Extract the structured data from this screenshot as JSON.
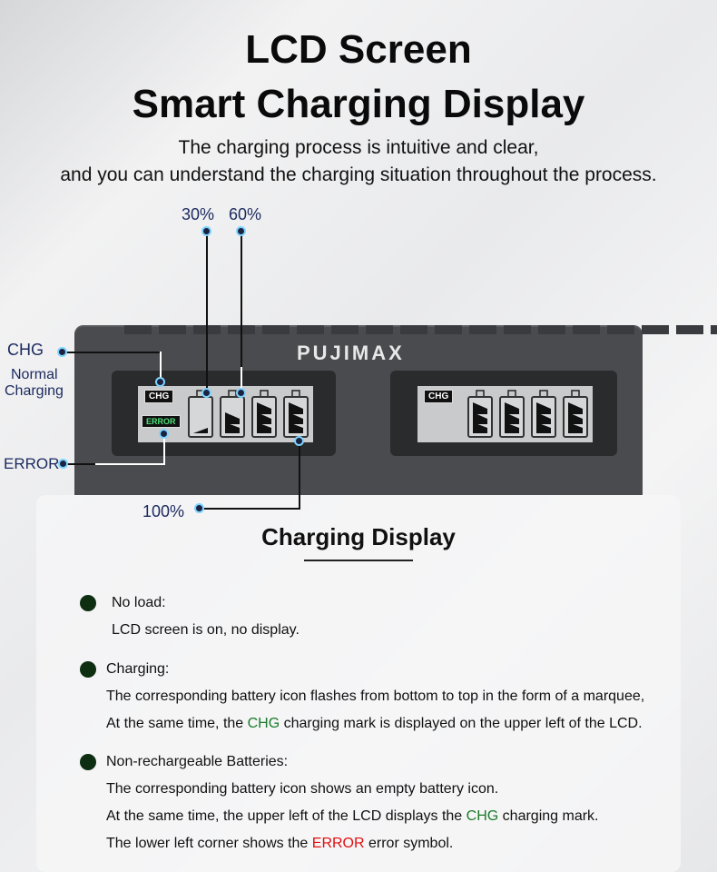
{
  "header": {
    "title_line1": "LCD Screen",
    "title_line2": "Smart Charging Display",
    "subtitle_line1": "The charging process is intuitive and clear,",
    "subtitle_line2": "and you can understand the charging situation throughout the process."
  },
  "device": {
    "brand": "PUJIMAX",
    "left_lcd": {
      "chg": "CHG",
      "error": "ERROR",
      "battery_bars": [
        1,
        2,
        3,
        3
      ]
    },
    "right_lcd": {
      "chg": "CHG",
      "battery_bars": [
        3,
        3,
        3,
        3
      ]
    }
  },
  "callouts": {
    "p30": "30%",
    "p60": "60%",
    "p100": "100%",
    "chg": "CHG",
    "normal": "Normal",
    "charging": "Charging",
    "error": "ERROR"
  },
  "section": {
    "heading": "Charging Display",
    "items": [
      {
        "title": "No load:",
        "lines": [
          "LCD screen is on, no display."
        ]
      },
      {
        "title": "Charging:",
        "line1": "The corresponding battery icon flashes from bottom to top in the form of a marquee,",
        "line2_pre": "At the same time, the ",
        "line2_hl": "CHG",
        "line2_post": " charging mark is displayed on the upper left of the LCD."
      },
      {
        "title": "Non-rechargeable Batteries:",
        "line1": "The corresponding battery icon shows an empty battery icon.",
        "line2_pre": "At the same time, the upper left of the LCD displays the ",
        "line2_hl": "CHG",
        "line2_post": " charging mark.",
        "line3_pre": "The lower left corner shows the ",
        "line3_hl": "ERROR",
        "line3_post": " error symbol."
      }
    ]
  },
  "colors": {
    "highlight_green": "#1a7a2a",
    "highlight_red": "#e01010",
    "bullet": "#0e2e12"
  }
}
